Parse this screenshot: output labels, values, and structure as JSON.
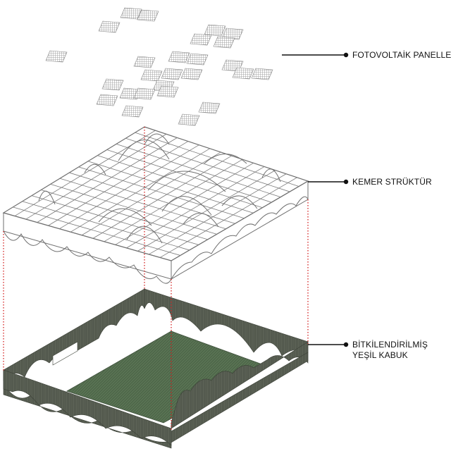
{
  "labels": {
    "photovoltaic": "FOTOVOLTAİK PANELLER",
    "arch_structure": "KEMER STRÜKTÜR",
    "green_shell_line1": "BİTKİLENDİRİLMİŞ",
    "green_shell_line2": "YEŞİL KABUK"
  },
  "colors": {
    "leader": "#111111",
    "projection": "#d42020",
    "panel": "#8a8a8a",
    "grid": "#6f6f6f",
    "shell": "#4d5348",
    "floor": "#4f6a4a"
  }
}
